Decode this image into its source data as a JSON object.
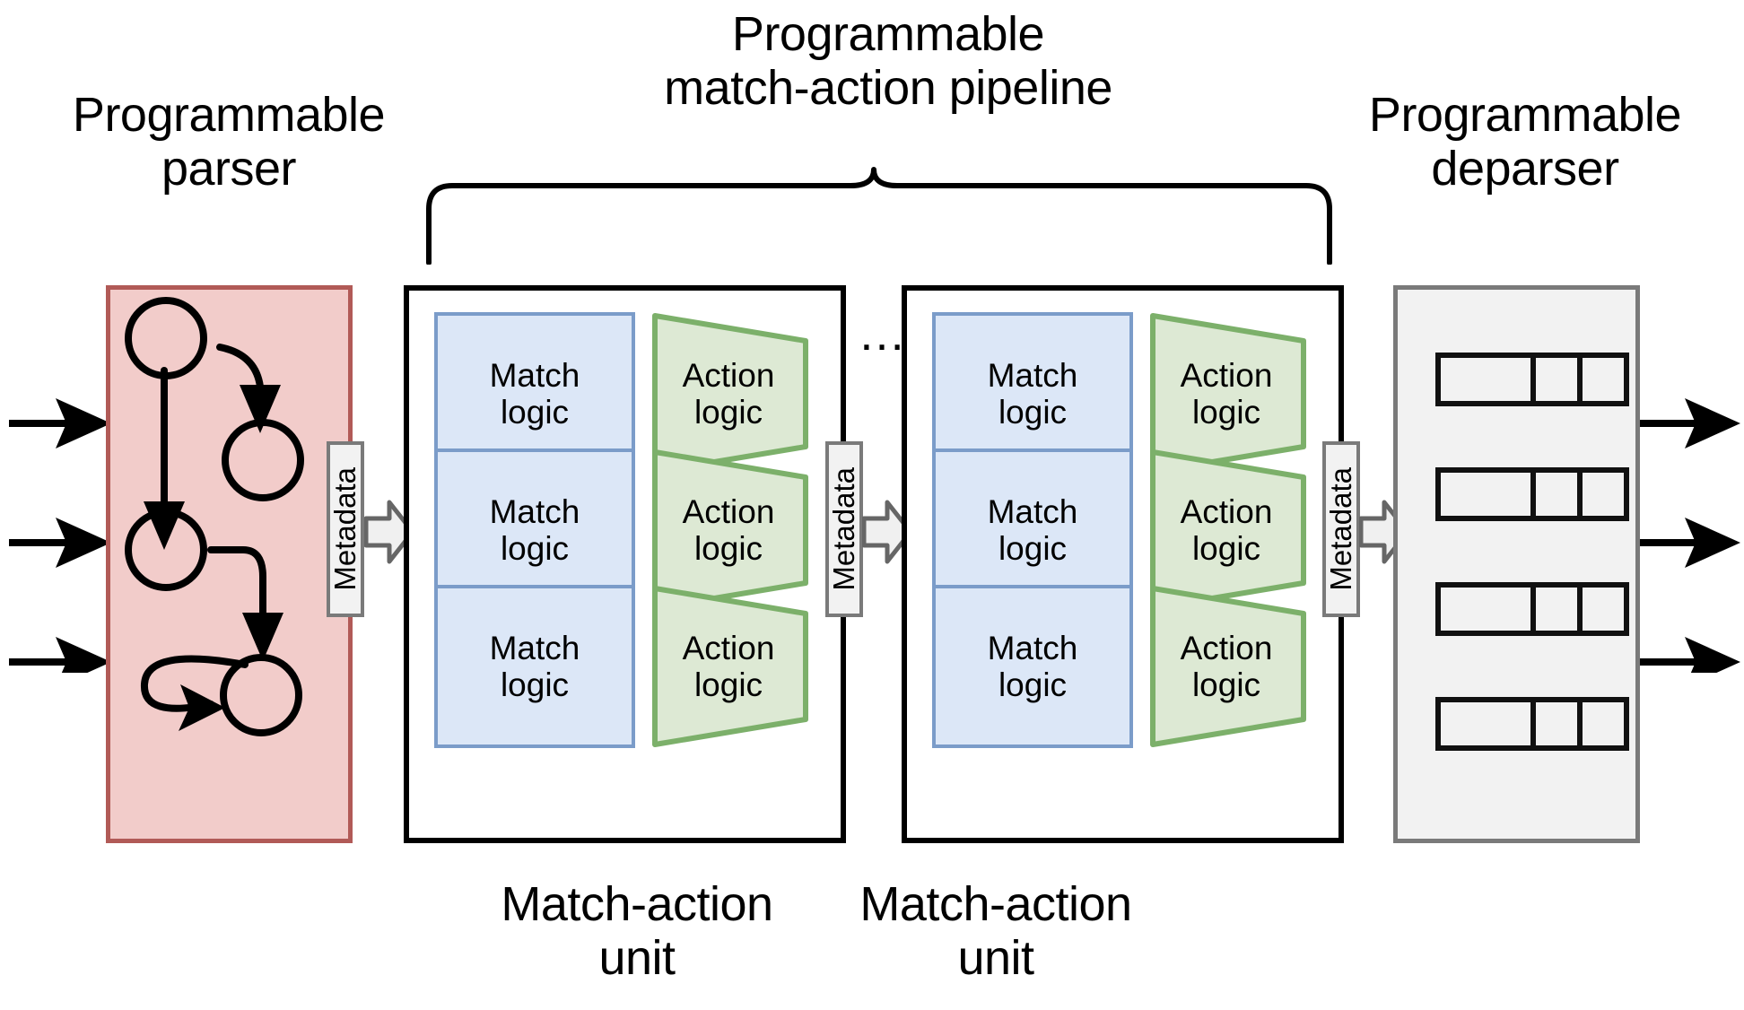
{
  "diagram": {
    "title_parser": "Programmable\nparser",
    "title_pipeline": "Programmable\nmatch-action pipeline",
    "title_deparser": "Programmable\ndeparser",
    "ellipsis": "…"
  },
  "parser": {
    "name": "Programmable parser",
    "fill_color": "#f2ccca",
    "border_color": "#b15a57",
    "state_count": 4,
    "states": [
      "s0",
      "s1",
      "s2",
      "s3"
    ],
    "transitions": [
      {
        "from": "s0",
        "to": "s1"
      },
      {
        "from": "s0",
        "to": "s2"
      },
      {
        "from": "s2",
        "to": "s3"
      },
      {
        "from": "s3",
        "to": "s3"
      }
    ]
  },
  "ingress_arrows": 3,
  "egress_arrows": 3,
  "match_action_units": [
    {
      "label": "Match-action\nunit",
      "rows": [
        {
          "match": "Match\nlogic",
          "action": "Action\nlogic"
        },
        {
          "match": "Match\nlogic",
          "action": "Action\nlogic"
        },
        {
          "match": "Match\nlogic",
          "action": "Action\nlogic"
        }
      ]
    },
    {
      "label": "Match-action\nunit",
      "rows": [
        {
          "match": "Match\nlogic",
          "action": "Action\nlogic"
        },
        {
          "match": "Match\nlogic",
          "action": "Action\nlogic"
        },
        {
          "match": "Match\nlogic",
          "action": "Action\nlogic"
        }
      ]
    }
  ],
  "metadata_labels": [
    {
      "text": "Metadata"
    },
    {
      "text": "Metadata"
    },
    {
      "text": "Metadata"
    }
  ],
  "deparser": {
    "name": "Programmable deparser",
    "fill_color": "#f2f2f2",
    "border_color": "#7a7a7a",
    "packets": [
      {
        "cells": [
          112,
          58,
          58
        ]
      },
      {
        "cells": [
          112,
          58,
          58
        ]
      },
      {
        "cells": [
          112,
          58,
          58
        ]
      },
      {
        "cells": [
          112,
          58,
          58
        ]
      }
    ]
  },
  "colors": {
    "match_fill": "#dce7f7",
    "match_border": "#7b9cc9",
    "action_fill": "#dde9d4",
    "action_border": "#7cb06a",
    "parser_fill": "#f2ccca",
    "parser_border": "#b15a57",
    "deparser_fill": "#f2f2f2",
    "deparser_border": "#7a7a7a",
    "metadata_fill": "#f2f2f2",
    "metadata_border": "#7a7a7a",
    "outline": "#000000"
  }
}
